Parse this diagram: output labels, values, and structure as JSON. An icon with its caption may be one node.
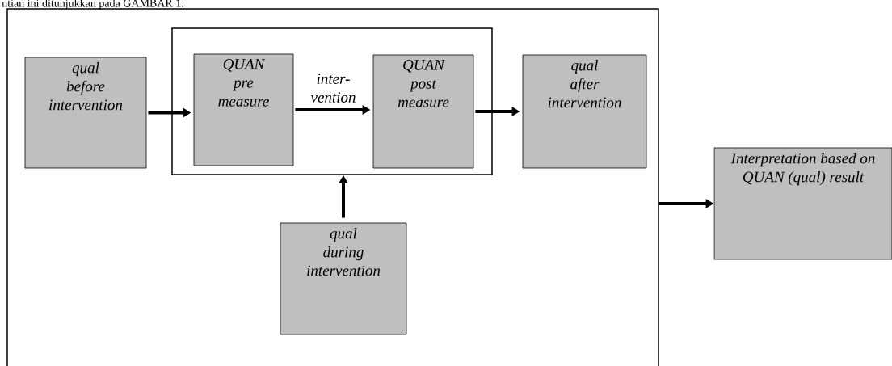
{
  "diagram": {
    "nodes": [
      {
        "text": [],
        "shape": "box"
      },
      {
        "text": [],
        "shape": "box",
        "in": 0
      },
      {
        "text": [
          "qual before intervention"
        ],
        "in": 0
      },
      {
        "text": [
          "QUAN pre measure"
        ],
        "in": 1
      },
      {
        "text": [
          "QUAN post measure"
        ],
        "in": 1
      },
      {
        "text": [
          "qual after intervention"
        ],
        "in": 0
      },
      {
        "text": [
          "qual during intervention"
        ],
        "in": 0
      },
      {
        "text": [
          "Interpretation based on QUAN (qual) result"
        ]
      }
    ],
    "edges": [
      {
        "from": 2,
        "to": 3,
        "arrow": "to"
      },
      {
        "from": 3,
        "to": 4,
        "arrow": "to",
        "label": "inter- vention"
      },
      {
        "from": 4,
        "to": 5,
        "arrow": "to"
      },
      {
        "from": 6,
        "to": 1,
        "arrow": "to"
      },
      {
        "from": 0,
        "to": 7,
        "arrow": "to"
      }
    ],
    "labels": [
      "ntian ini ditunjukkan pada GAMBAR 1."
    ]
  }
}
